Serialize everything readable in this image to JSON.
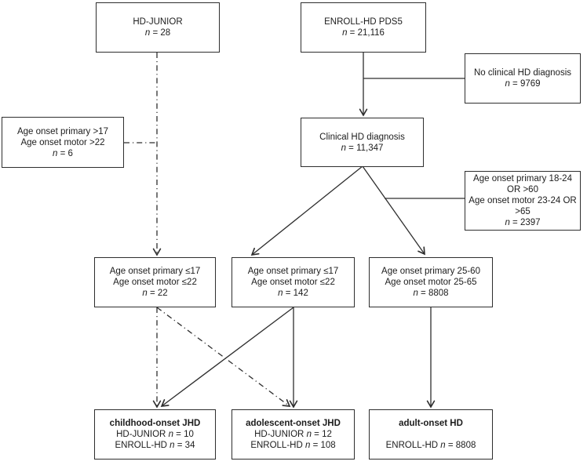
{
  "colors": {
    "line": "#2e2e2e",
    "box_border": "#2e2e2e",
    "text": "#1c1c1c",
    "background": "#ffffff"
  },
  "boxes": {
    "hd_junior": {
      "lines": [
        "HD-JUNIOR",
        "n = 28"
      ]
    },
    "enroll_hd_pds5": {
      "lines": [
        "ENROLL-HD PDS5",
        "n = 21,116"
      ]
    },
    "no_clinical": {
      "lines": [
        "No clinical HD diagnosis",
        "n = 9769"
      ]
    },
    "excluded_junior": {
      "lines": [
        "Age onset primary >17",
        "Age onset motor >22",
        "n = 6"
      ]
    },
    "clinical_dx": {
      "lines": [
        "Clinical HD diagnosis",
        "n = 11,347"
      ]
    },
    "excluded_enroll": {
      "lines": [
        "Age onset primary 18-24",
        "OR >60",
        "Age onset motor 23-24 OR",
        ">65",
        "n = 2397"
      ]
    },
    "juvenile_junior": {
      "lines": [
        "Age onset primary ≤17",
        "Age onset motor ≤22",
        "n = 22"
      ]
    },
    "juvenile_enroll": {
      "lines": [
        "Age onset primary ≤17",
        "Age onset motor ≤22",
        "n = 142"
      ]
    },
    "adult_enroll": {
      "lines": [
        "Age onset primary 25-60",
        "Age onset motor 25-65",
        "n = 8808"
      ]
    },
    "childhood_onset": {
      "lines": [
        "childhood-onset JHD",
        "HD-JUNIOR n = 10",
        "ENROLL-HD n = 34"
      ]
    },
    "adolescent_onset": {
      "lines": [
        "adolescent-onset JHD",
        "HD-JUNIOR n = 12",
        "ENROLL-HD n = 108"
      ]
    },
    "adult_onset": {
      "lines": [
        "adult-onset HD",
        "",
        "ENROLL-HD n = 8808"
      ]
    }
  }
}
